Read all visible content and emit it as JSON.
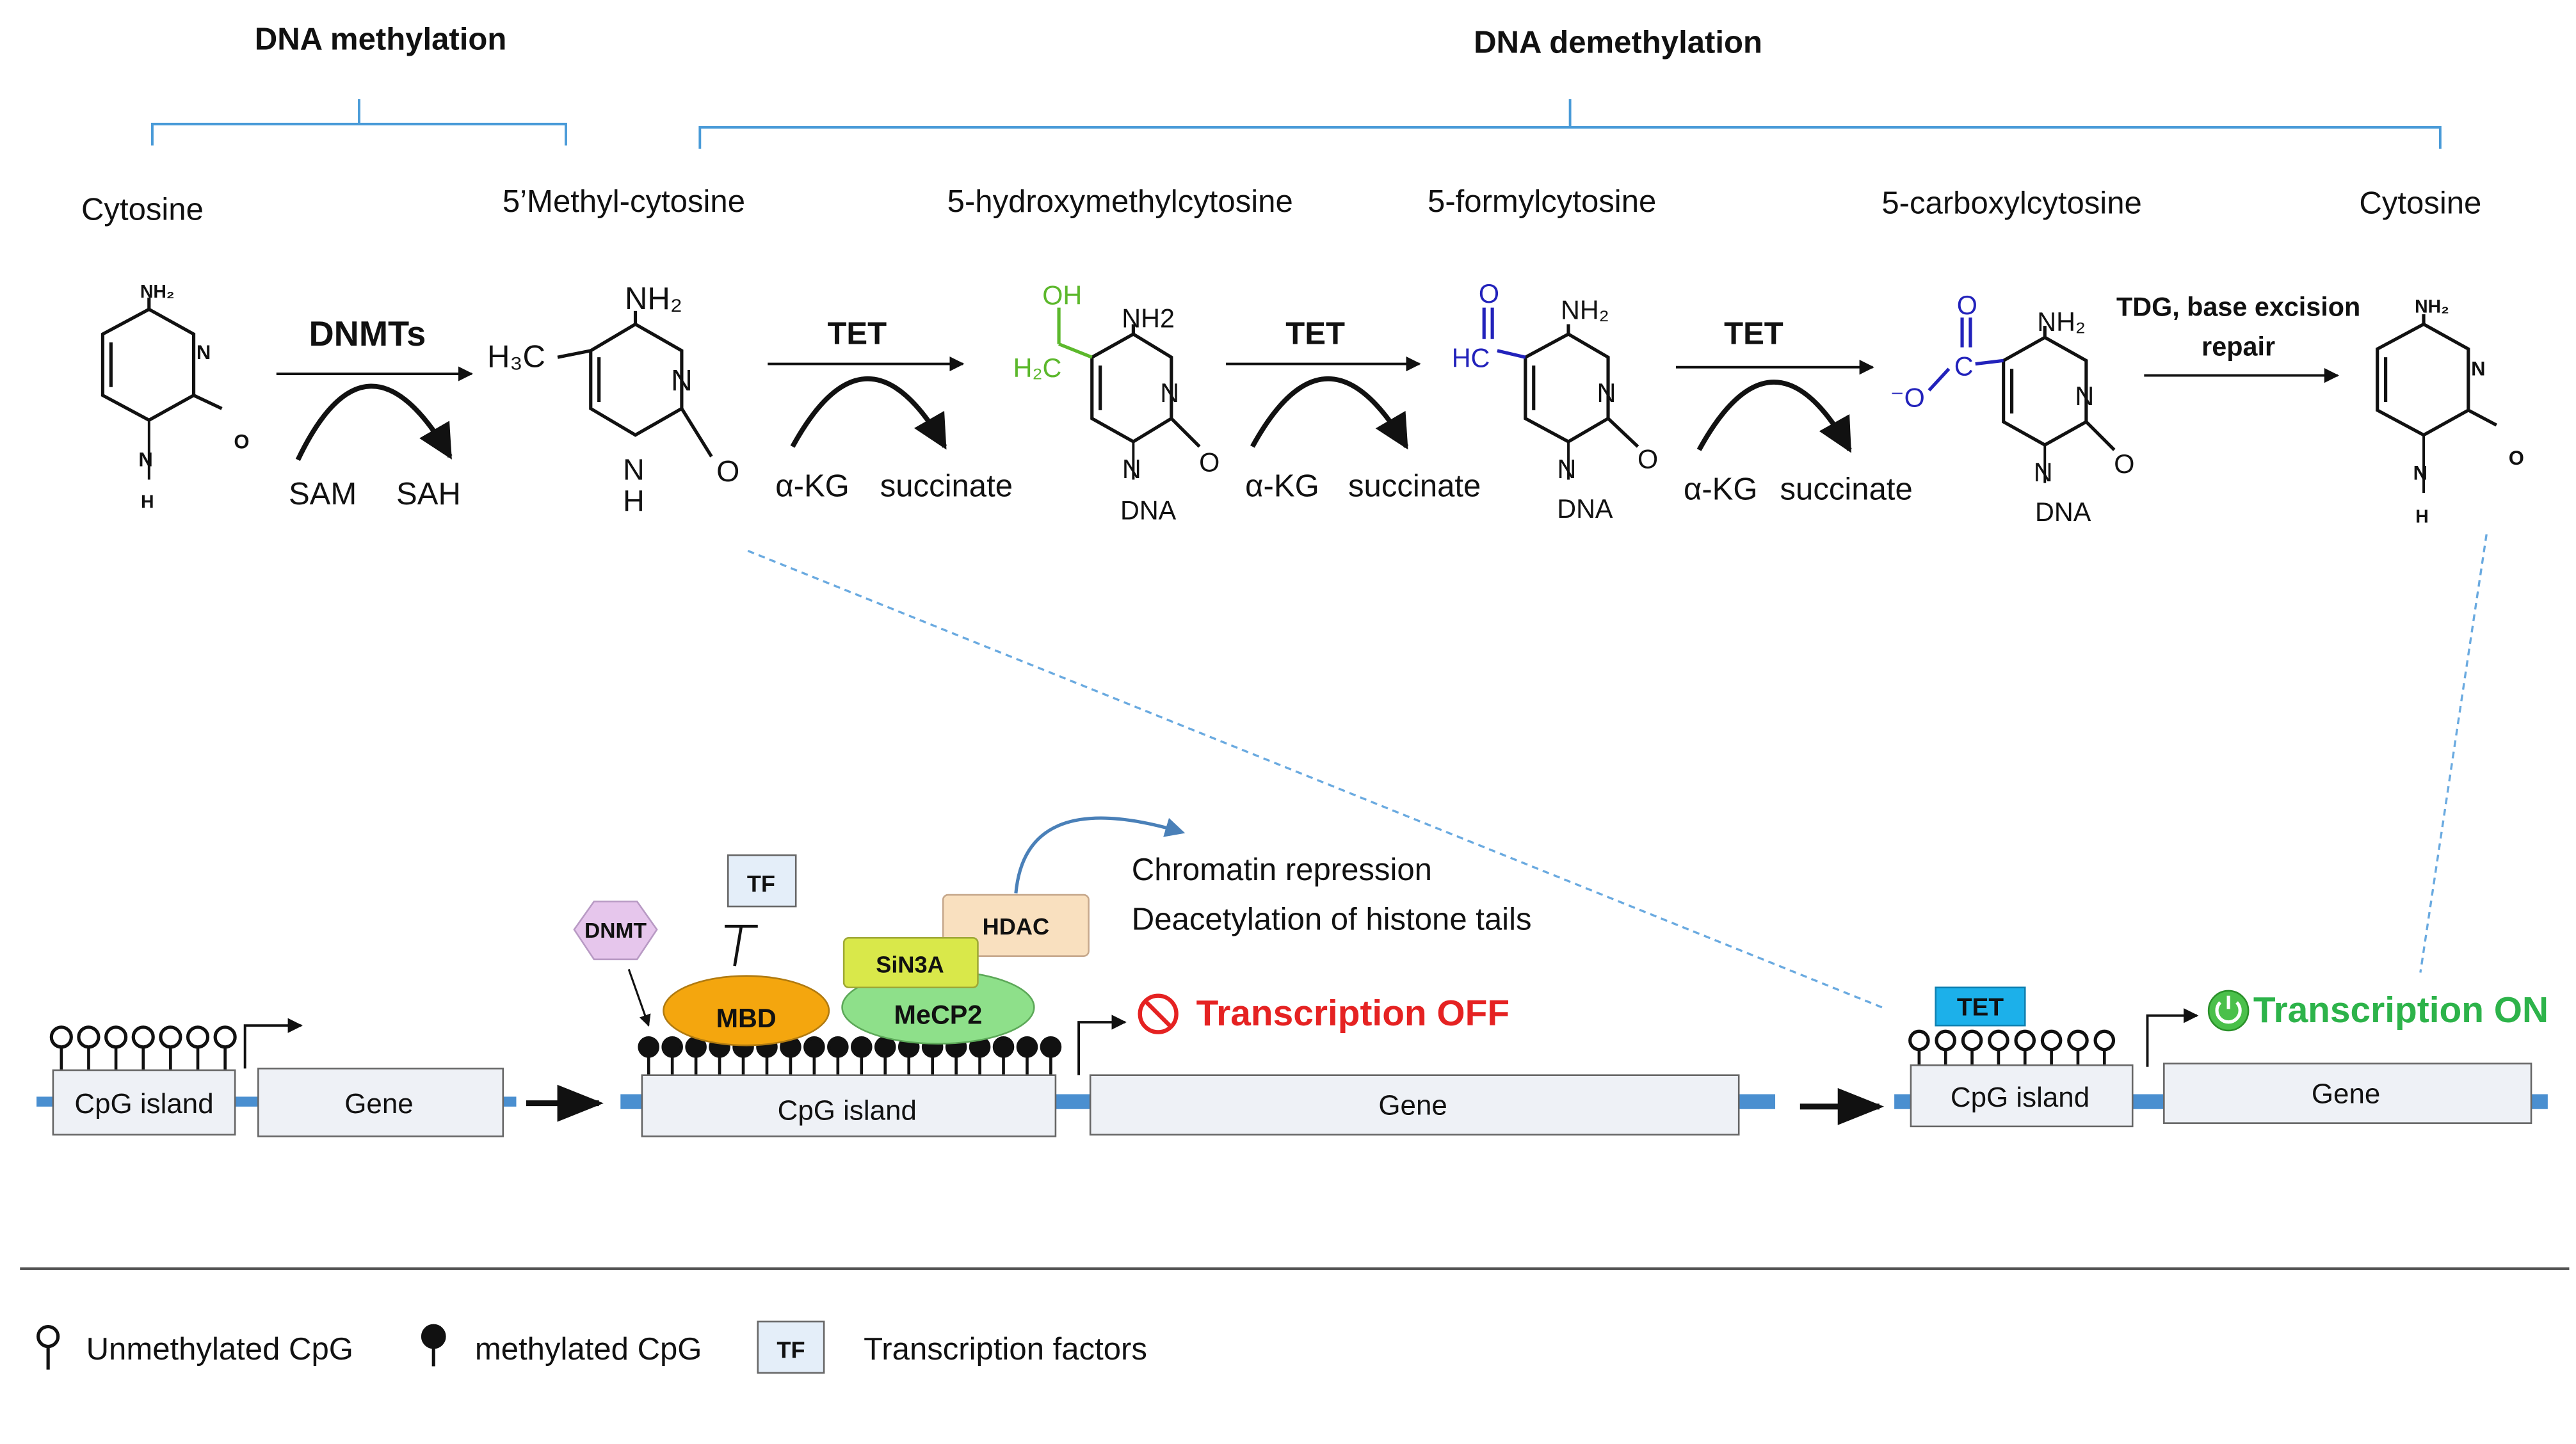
{
  "headers": {
    "methylation": "DNA methylation",
    "demethylation": "DNA demethylation"
  },
  "molecules": {
    "cytosine_left": "Cytosine",
    "methyl_cytosine": "5’Methyl-cytosine",
    "hydroxymethyl": "5-hydroxymethylcytosine",
    "formyl": "5-formylcytosine",
    "carboxyl": "5-carboxylcytosine",
    "cytosine_right": "Cytosine"
  },
  "atoms": {
    "nh2_small": "NH₂",
    "nh2": "NH₂",
    "nh2_plain": "NH2",
    "n": "N",
    "o": "O",
    "h": "H",
    "h3c": "H₃C",
    "oh": "OH",
    "h2c": "H₂C",
    "hc": "HC",
    "dna": "DNA",
    "o_minus": "⁻O"
  },
  "reactions": {
    "dnmts": "DNMTs",
    "sam": "SAM",
    "sah": "SAH",
    "tet": "TET",
    "akg": "α-KG",
    "succinate": "succinate",
    "tdg_line1": "TDG, base excision",
    "tdg_line2": "repair"
  },
  "genome": {
    "cpg_island": "CpG island",
    "gene": "Gene",
    "dnmt": "DNMT",
    "tf": "TF",
    "mbd": "MBD",
    "mecp2": "MeCP2",
    "sin3a": "SiN3A",
    "hdac": "HDAC",
    "chromatin_line1": "Chromatin repression",
    "chromatin_line2": "Deacetylation of histone tails",
    "transcription_off": "Transcription OFF",
    "tet_box": "TET",
    "transcription_on": "Transcription ON"
  },
  "legend": {
    "unmethylated": "Unmethylated CpG",
    "methylated": "methylated CpG",
    "tf_box": "TF",
    "tf_label": "Transcription factors"
  },
  "colors": {
    "header_blue": "#1a6fc0",
    "bracket_blue": "#4a9bd8",
    "green_chem": "#5cb82c",
    "blue_chem": "#2222bb",
    "off_red": "#e52222",
    "on_green": "#2db34a",
    "mbd_orange": "#f4a60e",
    "mecp2_green": "#8ee08a",
    "sin3a_yellow": "#d9e84a",
    "hdac_peach": "#f9e0bf",
    "dnmt_purple": "#e6c6ec",
    "tet_cyan": "#1cb0ea",
    "box_fill": "#eef1f6",
    "dna_bar": "#4a8fd0"
  }
}
